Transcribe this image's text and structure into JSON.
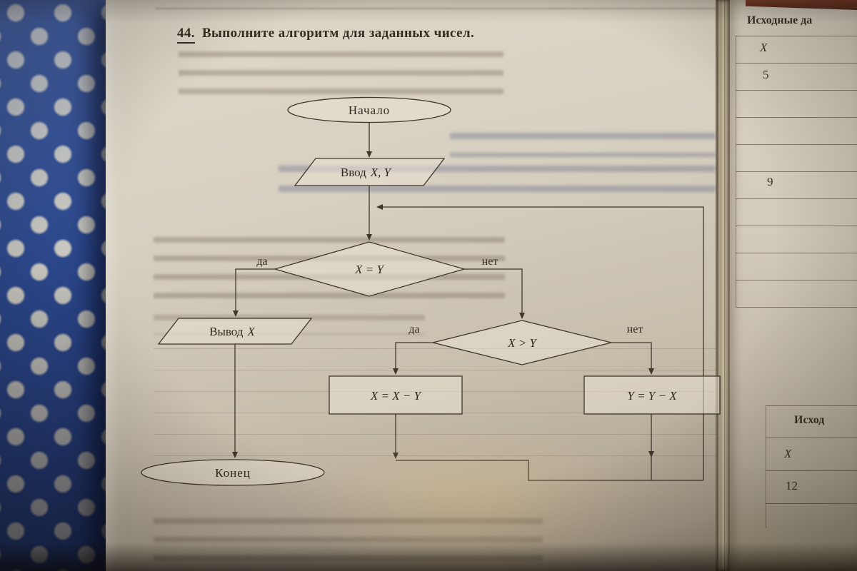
{
  "task": {
    "number": "44.",
    "title": "Выполните алгоритм для заданных чисел."
  },
  "flowchart": {
    "start_label": "Начало",
    "input_prefix": "Ввод",
    "input_vars": "X, Y",
    "decision_equal": "X = Y",
    "branch_yes_left": "да",
    "branch_no_right": "нет",
    "output_prefix": "Вывод",
    "output_var": "X",
    "decision_greater": "X > Y",
    "branch_yes_inner": "да",
    "branch_no_inner": "нет",
    "assign_left": "X = X − Y",
    "assign_right": "Y = Y − X",
    "end_label": "Конец"
  },
  "right_page": {
    "table_top": {
      "header": "Исходные да",
      "row1": "X",
      "row2": "5",
      "row6": "9"
    },
    "table_bottom": {
      "header": "Исход",
      "row1": "X",
      "row2": "12"
    }
  },
  "colors": {
    "ink": "#3f372b",
    "page": "#d7d0c1",
    "fabric_blue": "#2e4d97",
    "dot": "#e2ded1"
  }
}
